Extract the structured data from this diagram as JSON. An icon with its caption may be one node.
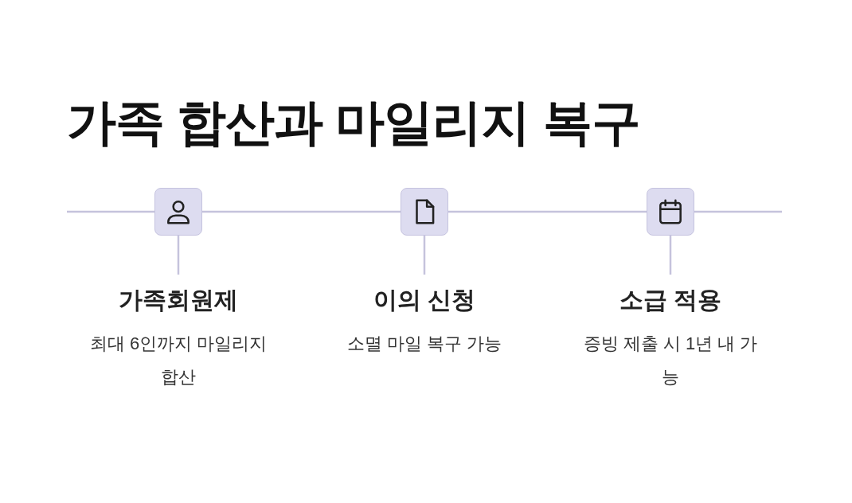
{
  "diagram": {
    "title": "가족 합산과 마일리지 복구",
    "nodes": [
      {
        "text": [],
        "shape": "box"
      },
      {
        "text": [
          "가족회원제",
          "최대 6인까지 마일리지 합산"
        ]
      },
      {
        "text": [],
        "shape": "box"
      },
      {
        "text": [
          "이의 신청",
          "소멸 마일 복구 가능"
        ]
      },
      {
        "text": [],
        "shape": "box"
      },
      {
        "text": [
          "소급 적용",
          "증빙 제출 시 1년 내 가능"
        ]
      }
    ],
    "edges": [
      {
        "from": null,
        "to": 0,
        "arrow": "none"
      },
      {
        "from": 0,
        "to": 2,
        "arrow": "none"
      },
      {
        "from": 2,
        "to": 4,
        "arrow": "none"
      },
      {
        "from": 4,
        "to": null,
        "arrow": "none"
      },
      {
        "from": 0,
        "to": 1,
        "arrow": "none"
      },
      {
        "from": 2,
        "to": 3,
        "arrow": "none"
      },
      {
        "from": 4,
        "to": 5,
        "arrow": "none"
      }
    ]
  }
}
